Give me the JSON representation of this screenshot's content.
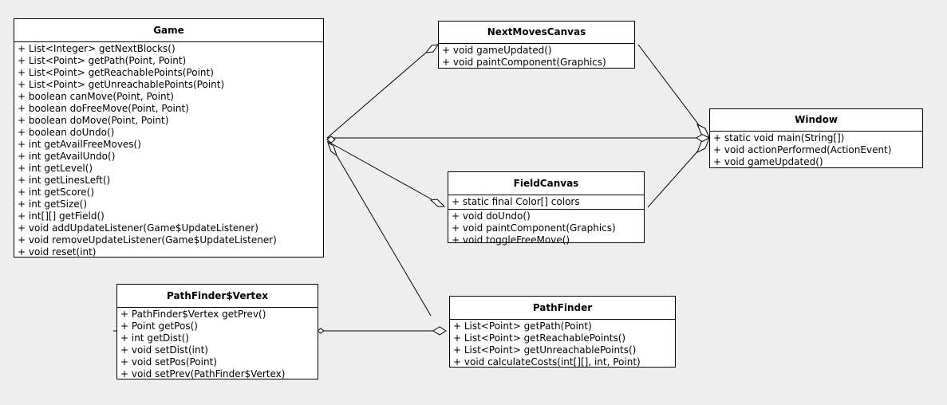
{
  "classes": {
    "game": {
      "name": "Game",
      "fields": [],
      "methods": [
        "+ List<Integer> getNextBlocks()",
        "+ List<Point> getPath(Point, Point)",
        "+ List<Point> getReachablePoints(Point)",
        "+ List<Point> getUnreachablePoints(Point)",
        "+ boolean canMove(Point, Point)",
        "+ boolean doFreeMove(Point, Point)",
        "+ boolean doMove(Point, Point)",
        "+ boolean doUndo()",
        "+ int getAvailFreeMoves()",
        "+ int getAvailUndo()",
        "+ int getLevel()",
        "+ int getLinesLeft()",
        "+ int getScore()",
        "+ int getSize()",
        "+ int[][] getField()",
        "+ void addUpdateListener(Game$UpdateListener)",
        "+ void removeUpdateListener(Game$UpdateListener)",
        "+ void reset(int)"
      ]
    },
    "nextmoves": {
      "name": "NextMovesCanvas",
      "fields": [],
      "methods": [
        "+ void gameUpdated()",
        "+ void paintComponent(Graphics)"
      ]
    },
    "window": {
      "name": "Window",
      "fields": [],
      "methods": [
        "+ static void main(String[])",
        "+ void actionPerformed(ActionEvent)",
        "+ void gameUpdated()"
      ]
    },
    "fieldcanvas": {
      "name": "FieldCanvas",
      "fields": [
        "+ static final Color[] colors"
      ],
      "methods": [
        "+ void doUndo()",
        "+ void paintComponent(Graphics)",
        "+ void toggleFreeMove()"
      ]
    },
    "vertex": {
      "name": "PathFinder$Vertex",
      "fields": [],
      "methods": [
        "+ PathFinder$Vertex getPrev()",
        "+ Point getPos()",
        "+ int getDist()",
        "+ void setDist(int)",
        "+ void setPos(Point)",
        "+ void setPrev(PathFinder$Vertex)"
      ]
    },
    "pathfinder": {
      "name": "PathFinder",
      "fields": [],
      "methods": [
        "+ List<Point> getPath(Point)",
        "+ List<Point> getReachablePoints()",
        "+ List<Point> getUnreachablePoints()",
        "+ void calculateCosts(int[][], int, Point)"
      ]
    }
  },
  "relations": [
    {
      "kind": "aggregation",
      "from": "nextmoves",
      "to": "game"
    },
    {
      "kind": "aggregation",
      "from": "fieldcanvas",
      "to": "game"
    },
    {
      "kind": "aggregation",
      "from": "pathfinder",
      "to": "game"
    },
    {
      "kind": "aggregation",
      "from": "window",
      "to": "game"
    },
    {
      "kind": "aggregation",
      "from": "window",
      "to": "nextmoves"
    },
    {
      "kind": "aggregation",
      "from": "window",
      "to": "fieldcanvas"
    },
    {
      "kind": "aggregation",
      "from": "pathfinder",
      "to": "vertex"
    }
  ],
  "colors": {
    "background": "#eeeeee",
    "box_fill": "#ffffff",
    "line": "#000000"
  }
}
